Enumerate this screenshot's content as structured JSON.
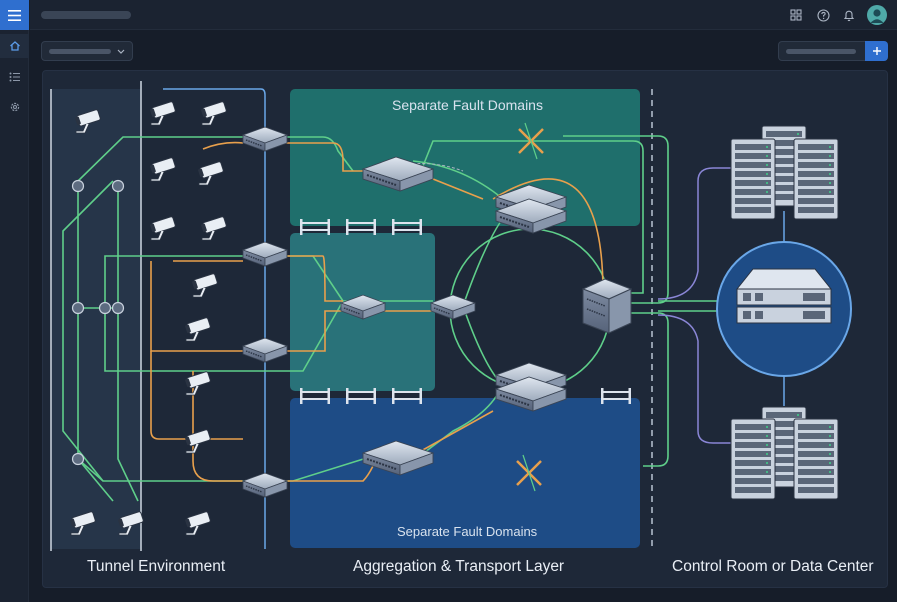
{
  "app": {
    "menu_icon": "hamburger-menu-icon",
    "sidebar": [
      {
        "icon": "home-icon",
        "active": true
      },
      {
        "icon": "list-icon",
        "active": false
      },
      {
        "icon": "gear-icon",
        "active": false
      }
    ],
    "topbar_icons": [
      "grid-icon",
      "help-icon",
      "bell-icon",
      "user-avatar-icon"
    ]
  },
  "diagram": {
    "top_fault_domain_label": "Separate Fault Domains",
    "bottom_fault_domain_label": "Separate Fault Domains",
    "section_labels": {
      "tunnel": "Tunnel Environment",
      "aggregation": "Aggregation & Transport Layer",
      "control": "Control Room or Data Center"
    },
    "colors": {
      "green_link": "#5fcf8a",
      "orange_link": "#e8a04c",
      "blue_link": "#6aa7e8",
      "purple_link": "#8a86d6",
      "teal_zone": "#1f6f6c",
      "blue_zone": "#1e4c86",
      "accent": "#2f6fcf"
    }
  }
}
